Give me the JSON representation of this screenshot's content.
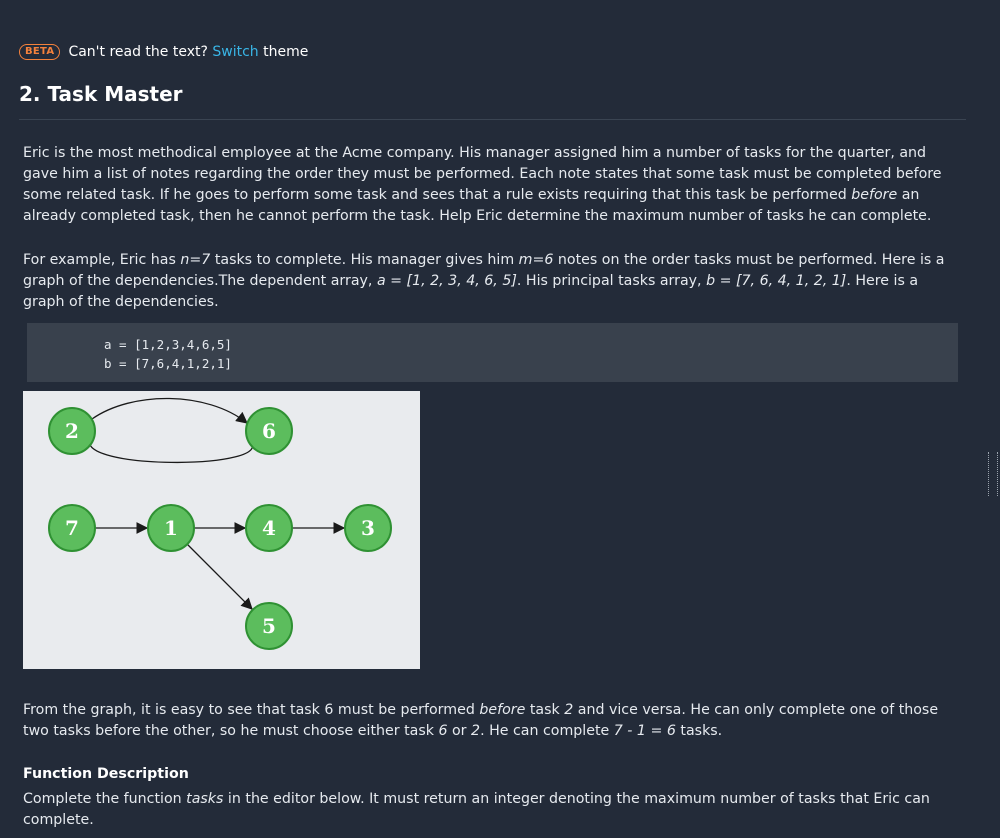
{
  "banner": {
    "badge": "BETA",
    "text": "Can't read the text?",
    "link": "Switch",
    "suffix": "theme"
  },
  "title": "2. Task Master",
  "paragraphs": {
    "intro_a": "Eric is the most methodical employee at the Acme company. His manager assigned him a number of tasks for the quarter, and gave him a list of notes regarding the order they must be performed. Each note states that some task must be completed before some related task. If he goes to perform some task and sees that a rule exists requiring that this task be performed ",
    "intro_em": "before",
    "intro_b": " an already completed task, then he cannot perform the task. Help Eric determine the maximum number of tasks he can complete.",
    "ex_1": "For example, Eric has ",
    "ex_n": "n=7",
    "ex_2": " tasks to complete. His manager gives him ",
    "ex_m": "m=6",
    "ex_3": " notes on the order tasks must be performed. Here is a graph of the dependencies.The dependent array, ",
    "ex_a": "a = [1, 2, 3, 4, 6, 5]",
    "ex_4": ". His principal tasks array, ",
    "ex_b": "b = [7, 6, 4, 1, 2, 1]",
    "ex_5": ". Here is a graph of the dependencies.",
    "graph_1": "From the graph, it is easy to see that task 6 must be performed ",
    "graph_em1": "before",
    "graph_2": " task ",
    "graph_em2": "2",
    "graph_3": " and vice versa. He can only complete one of those two tasks before the other, so he must choose either task ",
    "graph_em3": "6",
    "graph_4": " or ",
    "graph_em4": "2",
    "graph_5": ". He can complete ",
    "graph_em5": "7 - 1 = 6",
    "graph_6": " tasks."
  },
  "code": {
    "line1": "a = [1,2,3,4,6,5]",
    "line2": "b = [7,6,4,1,2,1]"
  },
  "graph": {
    "node_fill": "#5cbd5d",
    "node_stroke": "#2f9133",
    "nodes": [
      "2",
      "6",
      "7",
      "1",
      "4",
      "3",
      "5"
    ],
    "edges": [
      [
        "2",
        "6"
      ],
      [
        "6",
        "2"
      ],
      [
        "7",
        "1"
      ],
      [
        "1",
        "4"
      ],
      [
        "4",
        "3"
      ],
      [
        "1",
        "5"
      ]
    ]
  },
  "function_description": {
    "heading": "Function Description",
    "text_1": "Complete the function ",
    "text_em": "tasks",
    "text_2": " in the editor below. It must return an integer denoting the maximum number of tasks that Eric can complete."
  },
  "colors": {
    "background": "#232b39",
    "link": "#39b5e6",
    "badge": "#f3813c",
    "code_bg": "#39414d",
    "graph_bg": "#e9ebee"
  }
}
